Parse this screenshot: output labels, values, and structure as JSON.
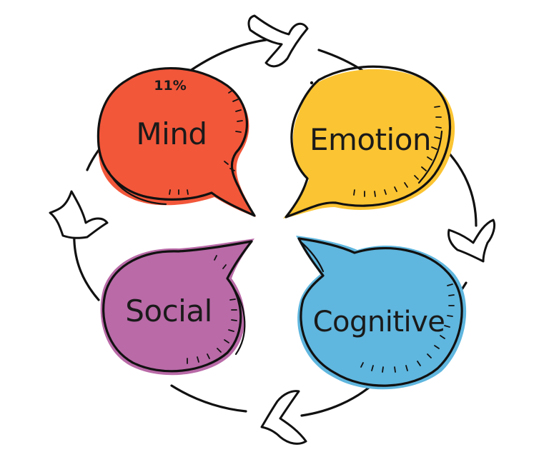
{
  "diagram": {
    "nodes": [
      {
        "id": "mind",
        "label": "Mind",
        "badge": "11%",
        "color": "#f2573a"
      },
      {
        "id": "emotion",
        "label": "Emotion",
        "color": "#fbc432"
      },
      {
        "id": "cognitive",
        "label": "Cognitive",
        "color": "#5fb6de"
      },
      {
        "id": "social",
        "label": "Social",
        "color": "#b96aa7"
      }
    ],
    "cycle_direction": "clockwise",
    "connectors": [
      {
        "from": "mind",
        "to": "emotion"
      },
      {
        "from": "emotion",
        "to": "cognitive"
      },
      {
        "from": "cognitive",
        "to": "social"
      },
      {
        "from": "social",
        "to": "mind"
      }
    ]
  }
}
